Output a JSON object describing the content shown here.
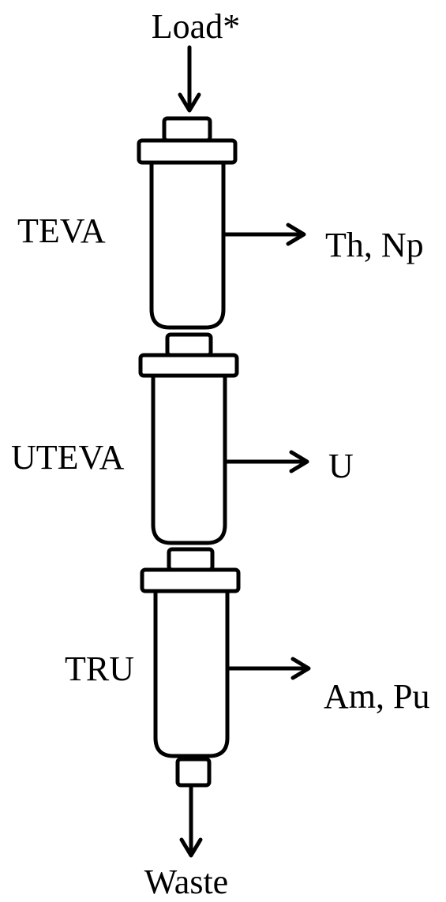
{
  "input_label": "Load*",
  "columns": [
    {
      "name": "TEVA",
      "eluate": "Th, Np"
    },
    {
      "name": "UTEVA",
      "eluate": "U"
    },
    {
      "name": "TRU",
      "eluate": "Am, Pu"
    }
  ],
  "output_label": "Waste",
  "colors": {
    "stroke": "#000000",
    "background": "#ffffff"
  }
}
